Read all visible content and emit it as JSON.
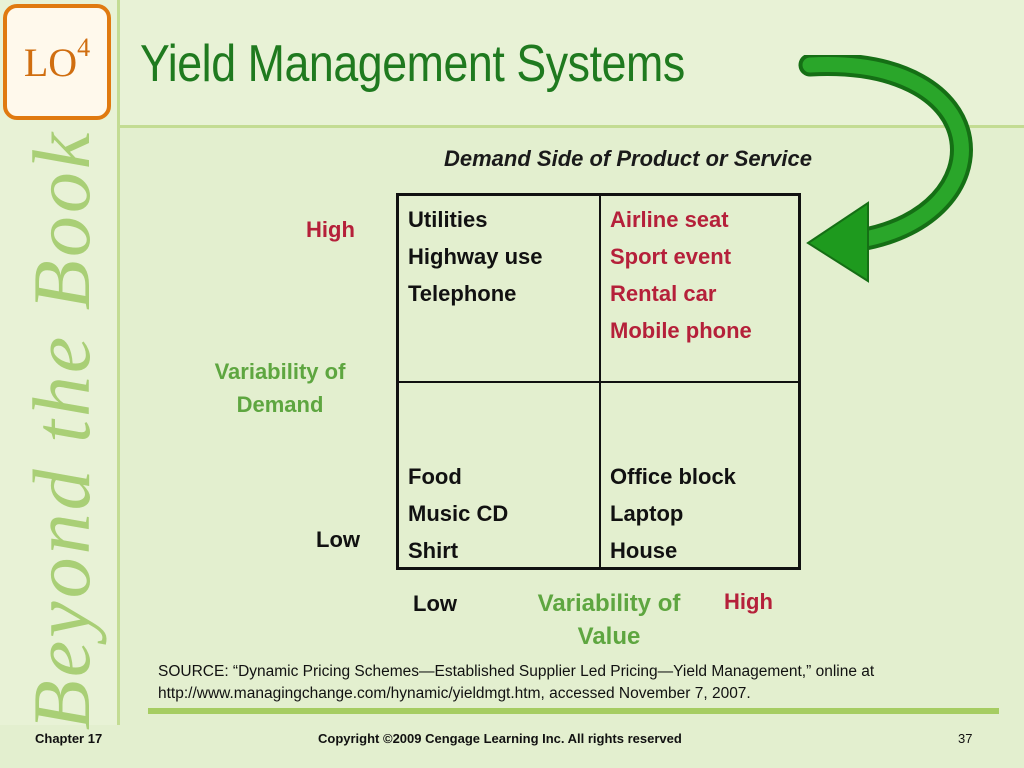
{
  "badge": {
    "text": "LO",
    "sup": "4"
  },
  "title": "Yield Management Systems",
  "side_banner": "Beyond the Book",
  "subtitle": "Demand Side of Product or Service",
  "matrix": {
    "top_left": [
      "Utilities",
      "Highway use",
      "Telephone"
    ],
    "top_right": [
      "Airline seat",
      "Sport event",
      "Rental car",
      "Mobile phone"
    ],
    "bottom_left": [
      "Food",
      "Music CD",
      "Shirt"
    ],
    "bottom_right": [
      "Office block",
      "Laptop",
      "House"
    ]
  },
  "y_axis": {
    "high": "High",
    "low": "Low",
    "label": "Variability of Demand"
  },
  "x_axis": {
    "low": "Low",
    "high": "High",
    "label": "Variability of Value"
  },
  "source_note": "SOURCE:  “Dynamic Pricing Schemes—Established Supplier Led Pricing—Yield Management,” online at http://www.managingchange.com/hynamic/yieldmgt.htm, accessed November 7, 2007.",
  "footer": {
    "chapter": "Chapter 17",
    "copyright": "Copyright ©2009 Cengage Learning Inc.  All rights reserved",
    "page": "37"
  },
  "colors": {
    "title_green": "#1f7a1f",
    "accent_red": "#b5203a",
    "axis_green": "#5ea640",
    "badge_orange": "#e07a10",
    "arrow_green": "#1e9a1e"
  }
}
